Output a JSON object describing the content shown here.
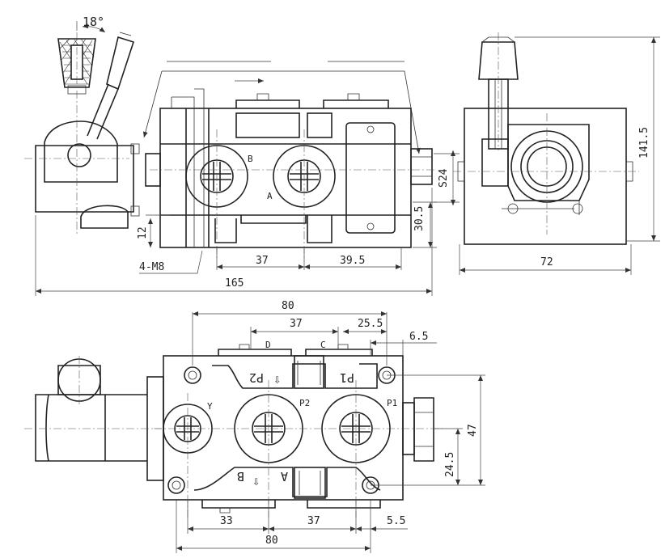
{
  "top_view": {
    "angle": "18°",
    "port_b": "B",
    "port_a": "A",
    "dim_s24": "S24",
    "dim_30_5": "30.5",
    "dim_12": "12",
    "dim_4m8": "4-M8",
    "dim_37": "37",
    "dim_39_5": "39.5",
    "dim_165": "165"
  },
  "side_view": {
    "dim_141_5": "141.5",
    "dim_72": "72"
  },
  "bottom_view": {
    "dim_80_top": "80",
    "dim_37_top": "37",
    "dim_25_5": "25.5",
    "dim_6_5": "6.5",
    "port_d": "D",
    "port_c": "C",
    "text_p2_rev": "P2",
    "text_p1_rev": "P1",
    "port_y": "Y",
    "port_p2": "P2",
    "port_p1": "P1",
    "text_a": "A",
    "text_b": "B",
    "dim_47": "47",
    "dim_24_5": "24.5",
    "dim_33": "33",
    "dim_37_bot": "37",
    "dim_5_5": "5.5",
    "dim_80_bot": "80"
  }
}
